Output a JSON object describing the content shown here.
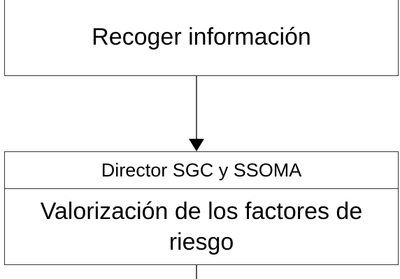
{
  "diagram": {
    "step_collect": {
      "label": "Recoger información"
    },
    "step_valuation": {
      "role": "Director SGC y SSOMA",
      "label": "Valorización de los factores de riesgo"
    }
  }
}
